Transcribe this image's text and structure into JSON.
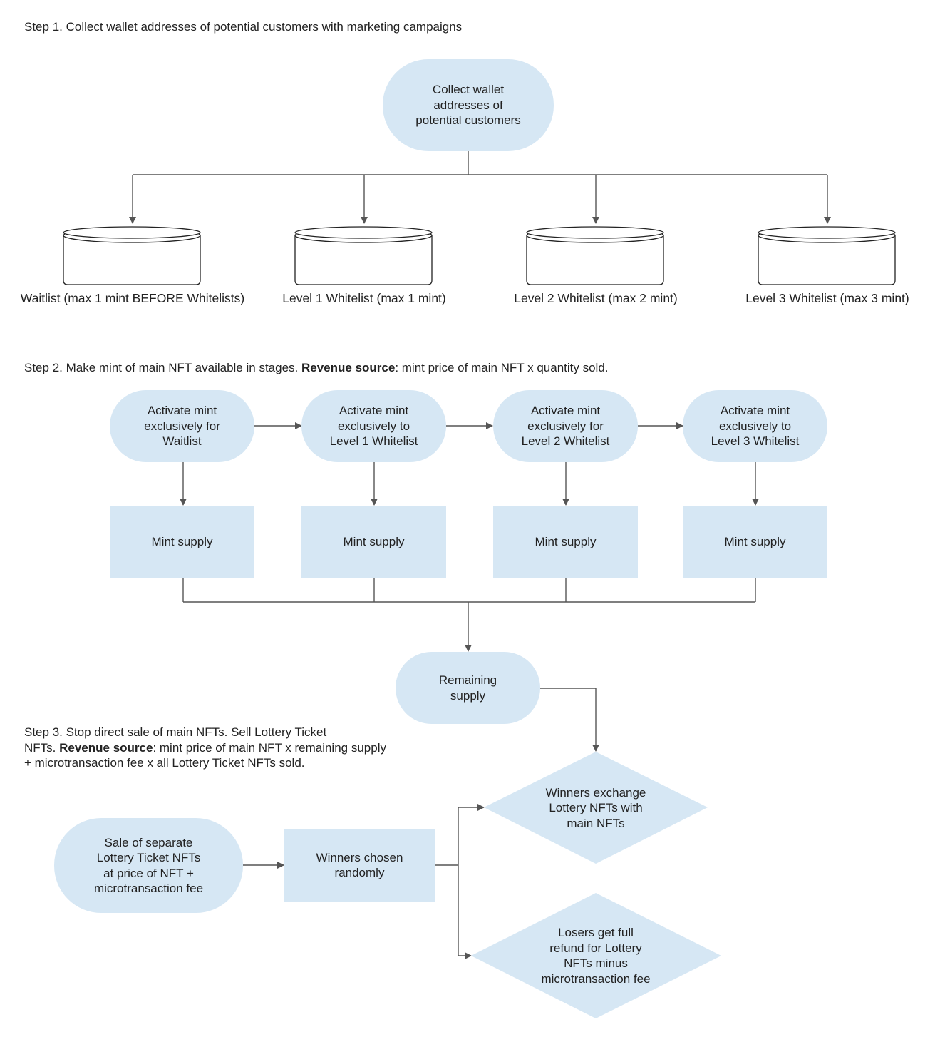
{
  "step1": {
    "heading": "Step 1. Collect wallet addresses of potential customers with marketing campaigns",
    "collect_node": "Collect wallet\naddresses of\npotential customers",
    "lists": [
      "Waitlist (max 1 mint BEFORE Whitelists)",
      "Level 1 Whitelist (max 1 mint)",
      "Level 2 Whitelist (max 2 mint)",
      "Level 3 Whitelist (max 3 mint)"
    ]
  },
  "step2": {
    "heading_prefix": "Step 2. Make mint of main NFT available in stages. ",
    "heading_bold": "Revenue source",
    "heading_suffix": ": mint price of main NFT x quantity sold.",
    "activate_nodes": [
      "Activate mint\nexclusively for\nWaitlist",
      "Activate mint\nexclusively to\nLevel 1 Whitelist",
      "Activate mint\nexclusively for\nLevel 2 Whitelist",
      "Activate mint\nexclusively to\nLevel 3 Whitelist"
    ],
    "supply_nodes": [
      "Mint supply",
      "Mint supply",
      "Mint supply",
      "Mint supply"
    ],
    "remaining_node": "Remaining\nsupply"
  },
  "step3": {
    "heading_line1": "Step 3. Stop direct sale of main NFTs. Sell Lottery Ticket",
    "heading_line2_prefix": "NFTs. ",
    "heading_bold": "Revenue source",
    "heading_line2_suffix": ": mint price of main NFT x remaining supply",
    "heading_line3": "+ microtransaction fee x all Lottery Ticket NFTs sold.",
    "sale_node": "Sale of separate\nLottery Ticket NFTs\nat price of NFT +\nmicrotransaction fee",
    "winners_chosen_node": "Winners chosen\nrandomly",
    "winners_exchange_node": "Winners exchange\nLottery NFTs with\nmain NFTs",
    "losers_refund_node": "Losers get full\nrefund for Lottery\nNFTs minus\nmicrotransaction fee"
  },
  "colors": {
    "node_fill": "#d6e7f4",
    "line": "#555555",
    "text": "#222222"
  }
}
